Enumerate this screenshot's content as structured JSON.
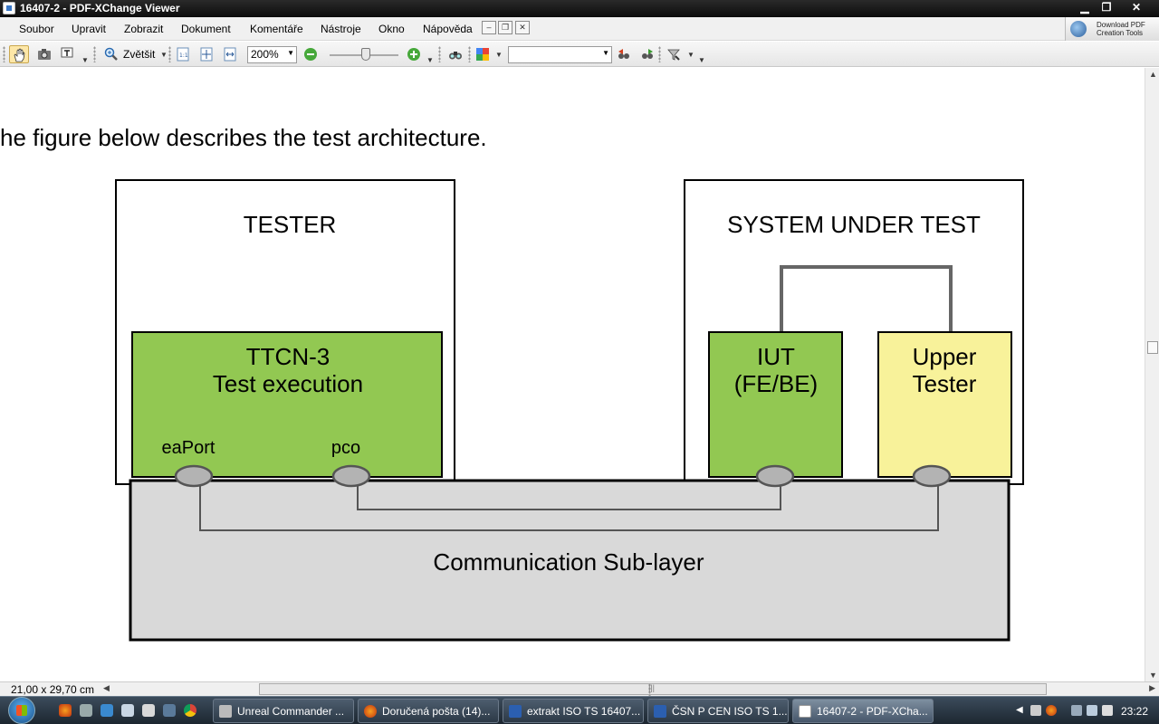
{
  "window": {
    "title": "16407-2 - PDF-XChange Viewer",
    "minimize": "▁",
    "restore": "❐",
    "close": "✕"
  },
  "menu": {
    "items": [
      "Soubor",
      "Upravit",
      "Zobrazit",
      "Dokument",
      "Komentáře",
      "Nástroje",
      "Okno",
      "Nápověda"
    ],
    "mdi_min": "–",
    "mdi_restore": "❐",
    "mdi_close": "✕",
    "download_line1": "Download PDF",
    "download_line2": "Creation Tools"
  },
  "toolbar": {
    "zoom_in_label": "Zvětšit",
    "zoom_value": "200%",
    "search_value": "",
    "zoom_slider_fraction": 0.5
  },
  "document": {
    "intro_text": "he figure below describes the test architecture.",
    "tester_title": "TESTER",
    "ttcn_line1": "TTCN-3",
    "ttcn_line2": "Test execution",
    "port_ea": "eaPort",
    "port_pco": "pco",
    "sut_title": "SYSTEM UNDER TEST",
    "iut_line1": "IUT",
    "iut_line2": "(FE/BE)",
    "upper_line1": "Upper",
    "upper_line2": "Tester",
    "sublayer": "Communication Sub-layer"
  },
  "status": {
    "page_size": "21,00 x 29,70 cm"
  },
  "taskbar": {
    "tasks": [
      {
        "label": "Unreal Commander ...",
        "active": false
      },
      {
        "label": "Doručená pošta (14)...",
        "active": false
      },
      {
        "label": "extrakt ISO TS 16407...",
        "active": false
      },
      {
        "label": "ČSN P CEN ISO TS 1...",
        "active": false
      },
      {
        "label": "16407-2 - PDF-XCha...",
        "active": true
      }
    ],
    "clock": "23:22"
  },
  "colors": {
    "green_box": "#92c852",
    "yellow_box": "#f8f29a",
    "sublayer_fill": "#d9d9d9",
    "port_fill": "#b3b3b3"
  }
}
